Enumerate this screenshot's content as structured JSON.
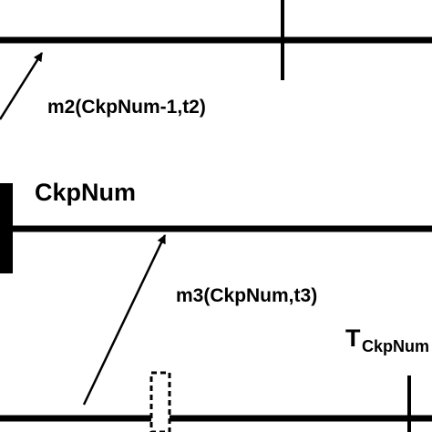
{
  "diagram": {
    "labels": {
      "message_m2": "m2(CkpNum-1,t2)",
      "checkpoint_label": "CkpNum",
      "message_m3": "m3(CkpNum,t3)",
      "t_main": "T",
      "t_subscript": "CkpNum"
    },
    "colors": {
      "stroke": "#000000",
      "background": "#ffffff"
    }
  }
}
